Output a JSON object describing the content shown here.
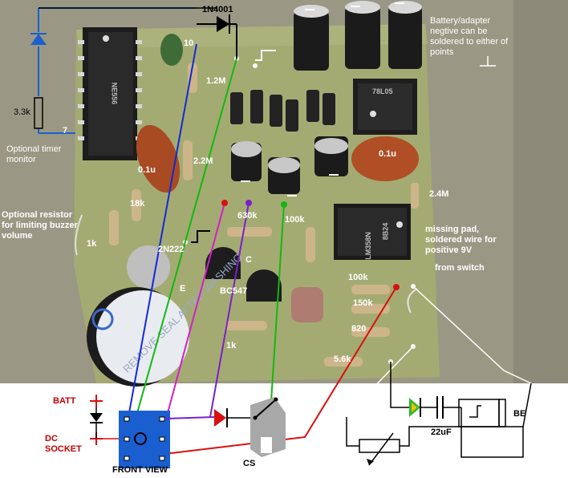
{
  "labels": {
    "diode_top": "1N4001",
    "r_10": "10",
    "r_1m2": "1.2M",
    "r_2m2": "2.2M",
    "r_3k3": "3.3k",
    "pin7": "7",
    "timer_monitor": "Optional timer monitor",
    "battery_note": "Battery/adapter negtive can be soldered to either of points",
    "c_01u_left": "0.1u",
    "c_01u_right": "0.1u",
    "r_18k": "18k",
    "r_2m4": "2.4M",
    "buzzer_resistor_note": "Optional resistor for limiting buzzer volume",
    "r_1k_left": "1k",
    "r_630k": "630k",
    "r_100k_mid": "100k",
    "q_2n222": "2N222",
    "pin_c": "C",
    "pin_e": "E",
    "q_bc547": "BC547",
    "r_1k_bottom": "1k",
    "missing_pad_note": "missing pad, soldered wire for positive 9V",
    "from_switch": "from switch",
    "r_100k_right": "100k",
    "r_150k": "150k",
    "r_820": "820",
    "r_5k6": "5.6k",
    "batt": "BATT",
    "dc_socket": "DC SOCKET",
    "front_view": "FRONT VIEW",
    "cs": "CS",
    "cap_22uf": "22uF",
    "be": "BE",
    "ic_top": "NE556",
    "ic_78": "78L05",
    "ic_lm358": "LM358N",
    "ic_code": "8B24"
  },
  "colors": {
    "board": "#a4ab72",
    "background": "#ffffff",
    "wire_blue": "#1428d8",
    "wire_green": "#12b812",
    "wire_purple": "#7a20cc",
    "wire_magenta": "#d020c8",
    "wire_red": "#d81010",
    "wire_white": "#ffffff",
    "schematic_black": "#000000",
    "led_green": "#2db82d",
    "led_yellow": "#f0c400"
  },
  "icons": [
    "diode-symbol",
    "ground-symbol",
    "led-symbol",
    "capacitor-symbol",
    "potentiometer-symbol",
    "socket-symbol",
    "switch-symbol"
  ]
}
